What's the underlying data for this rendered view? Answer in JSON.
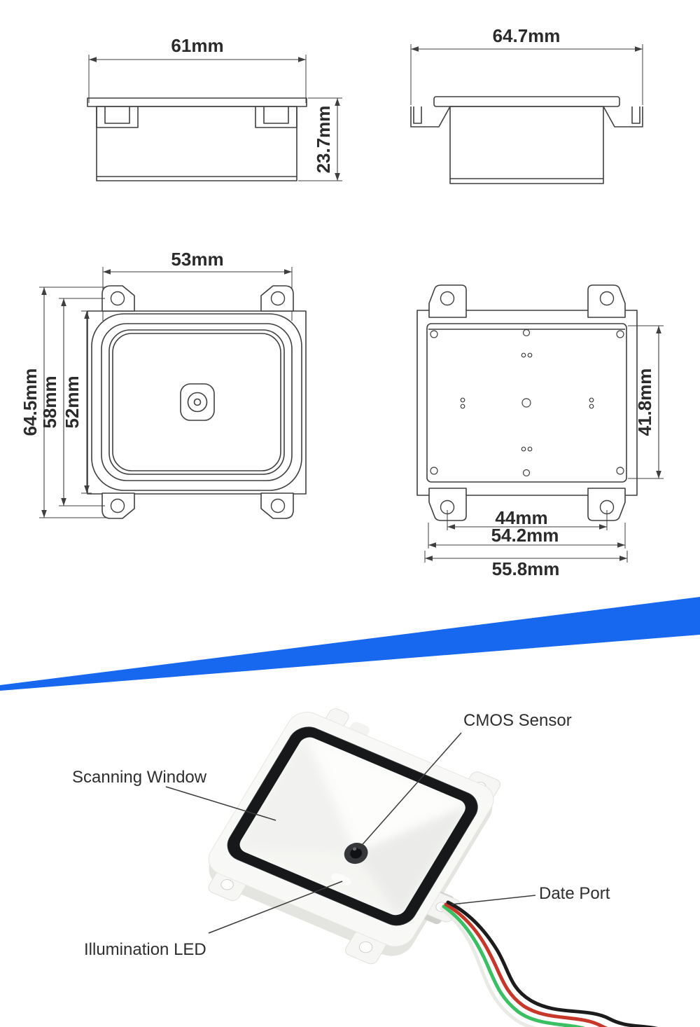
{
  "drawings": {
    "line_color": "#3f3f3f",
    "text_color": "#2b2b2b",
    "side_view_a": {
      "width_label": "61mm",
      "height_label": "23.7mm"
    },
    "side_view_b": {
      "width_label": "64.7mm"
    },
    "front_view": {
      "width_label": "53mm",
      "height_outer_label": "64.5mm",
      "height_holes_label": "58mm",
      "height_window_label": "52mm"
    },
    "rear_view": {
      "height_label": "41.8mm",
      "hole_spacing_label": "44mm",
      "mid_width_label": "54.2mm",
      "outer_width_label": "55.8mm"
    }
  },
  "divider": {
    "color": "#1768EF"
  },
  "photo": {
    "annotations": {
      "cmos_sensor": "CMOS Sensor",
      "scanning_window": "Scanning Window",
      "date_port": "Date Port",
      "illumination_led": "Illumination LED"
    },
    "wire_colors": {
      "black": "#1c1c1c",
      "red": "#c6392a",
      "green": "#3bbf63",
      "white": "#ececе8"
    },
    "bezel_color": "#17181a",
    "housing_color": "#f8f8f6"
  }
}
